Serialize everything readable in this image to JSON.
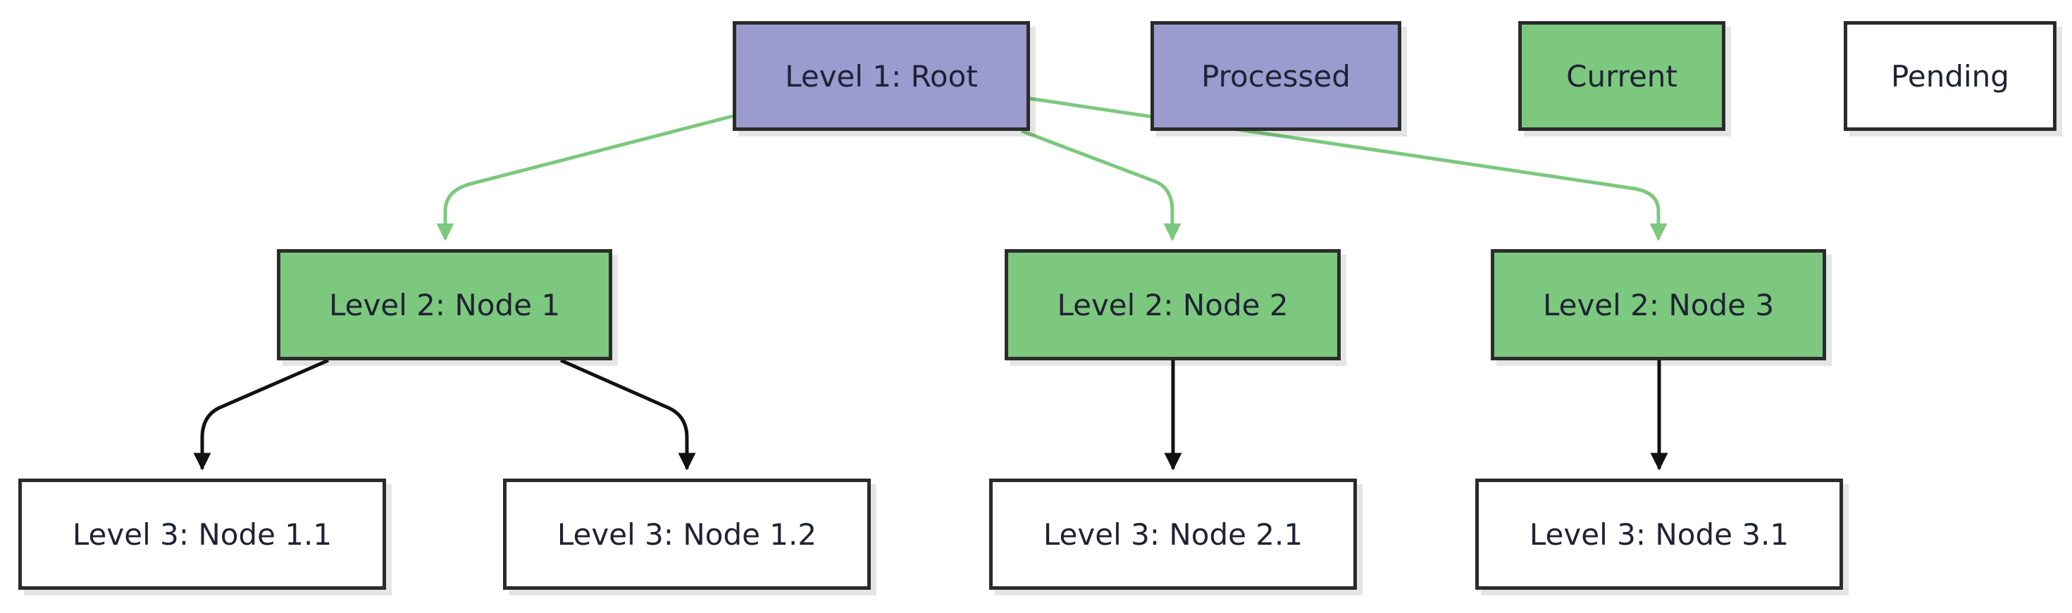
{
  "nodes": {
    "root": "Level 1: Root",
    "level2_node1": "Level 2: Node 1",
    "level2_node2": "Level 2: Node 2",
    "level2_node3": "Level 2: Node 3",
    "level3_node1_1": "Level 3: Node 1.1",
    "level3_node1_2": "Level 3: Node 1.2",
    "level3_node2_1": "Level 3: Node 2.1",
    "level3_node3_1": "Level 3: Node 3.1"
  },
  "legend": {
    "processed": "Processed",
    "current": "Current",
    "pending": "Pending"
  },
  "colors": {
    "processed": "#9b9bd0",
    "current": "#7cc87e",
    "pending": "#ffffff",
    "edge_visited": "#7cc87e",
    "edge_pending": "#111111",
    "border": "#2b2b2b"
  }
}
